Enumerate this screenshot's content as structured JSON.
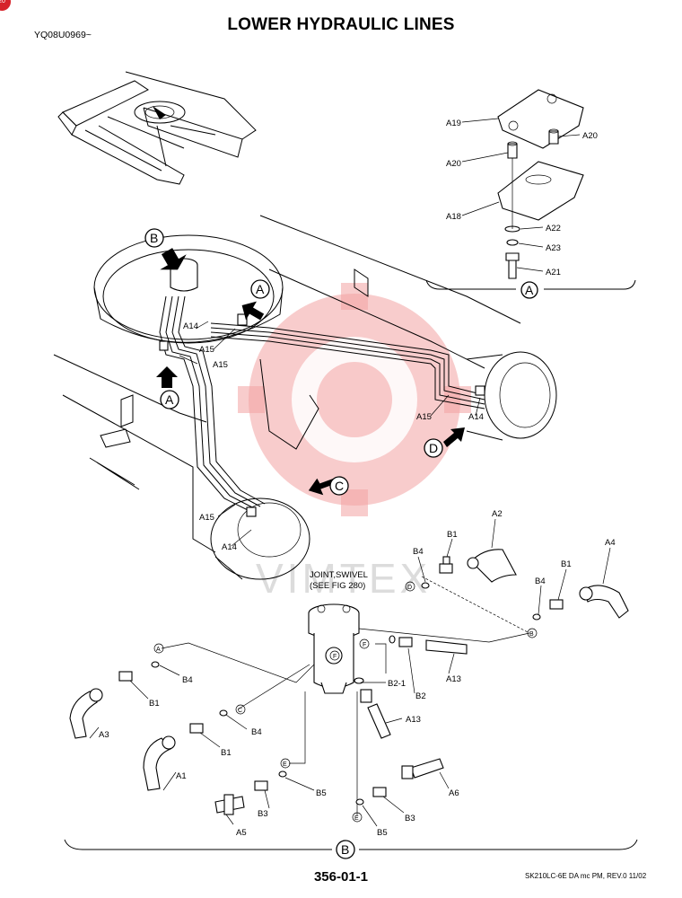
{
  "header": {
    "title": "LOWER HYDRAULIC LINES",
    "doc_code": "YQ08U0969~",
    "corner_badge": "20"
  },
  "footer": {
    "page_number": "356-01-1",
    "revision": "SK210LC-6E DA mc PM,  REV.0 11/02"
  },
  "watermark": {
    "text": "VIMTEX",
    "color": "#f2a3a3"
  },
  "callouts": {
    "A": "A",
    "B": "B",
    "C": "C",
    "D": "D",
    "E": "E",
    "F": "F"
  },
  "detail_a_labels": {
    "a19": "A19",
    "a20_right": "A20",
    "a20_left": "A20",
    "a18": "A18",
    "a22": "A22",
    "a23": "A23",
    "a21": "A21"
  },
  "overview_labels": {
    "a14_top": "A14",
    "a15_mid": "A15",
    "a15_left": "A15",
    "a15_right": "A15",
    "a14_right": "A14",
    "a15_bottom": "A15",
    "a14_bottom": "A14"
  },
  "swivel": {
    "line1": "JOINT,SWIVEL",
    "line2": "(SEE FIG 280)"
  },
  "detail_b_labels": {
    "b4_top": "B4",
    "b1_top": "B1",
    "a2": "A2",
    "a4": "A4",
    "b1_right": "B1",
    "b4_right": "B4",
    "b4_left": "B4",
    "b1_left": "B1",
    "a3": "A3",
    "b4_mid": "B4",
    "b1_mid": "B1",
    "a1": "A1",
    "b2_1": "B2-1",
    "b2": "B2",
    "a13_top": "A13",
    "a13_bottom": "A13",
    "b5_left": "B5",
    "b3_left": "B3",
    "a5": "A5",
    "b5_bottom": "B5",
    "b3_right": "B3",
    "a6": "A6"
  }
}
